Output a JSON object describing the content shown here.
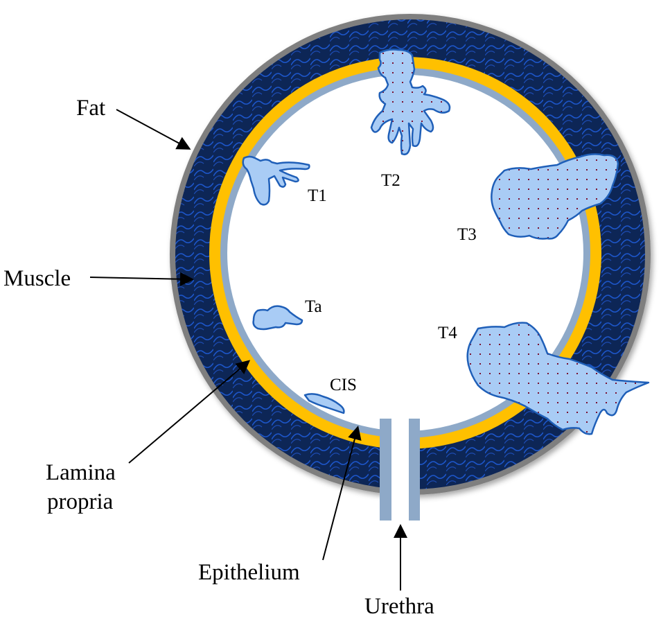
{
  "labels": {
    "fat": "Fat",
    "muscle": "Muscle",
    "lamina_propria_line1": "Lamina",
    "lamina_propria_line2": "propria",
    "epithelium": "Epithelium",
    "urethra": "Urethra"
  },
  "stages": {
    "t1": "T1",
    "t2": "T2",
    "t3": "T3",
    "t4": "T4",
    "ta": "Ta",
    "cis": "CIS"
  },
  "colors": {
    "fat": "#7f7f7f",
    "muscle": "#0f2557",
    "muscle_pattern": "#1e56c9",
    "lamina_propria": "#ffc000",
    "epithelium": "#8ea9c8",
    "tumor_fill": "#a9ccf5",
    "tumor_stroke": "#1f5fb8",
    "tumor_dots": "#7a1030"
  }
}
